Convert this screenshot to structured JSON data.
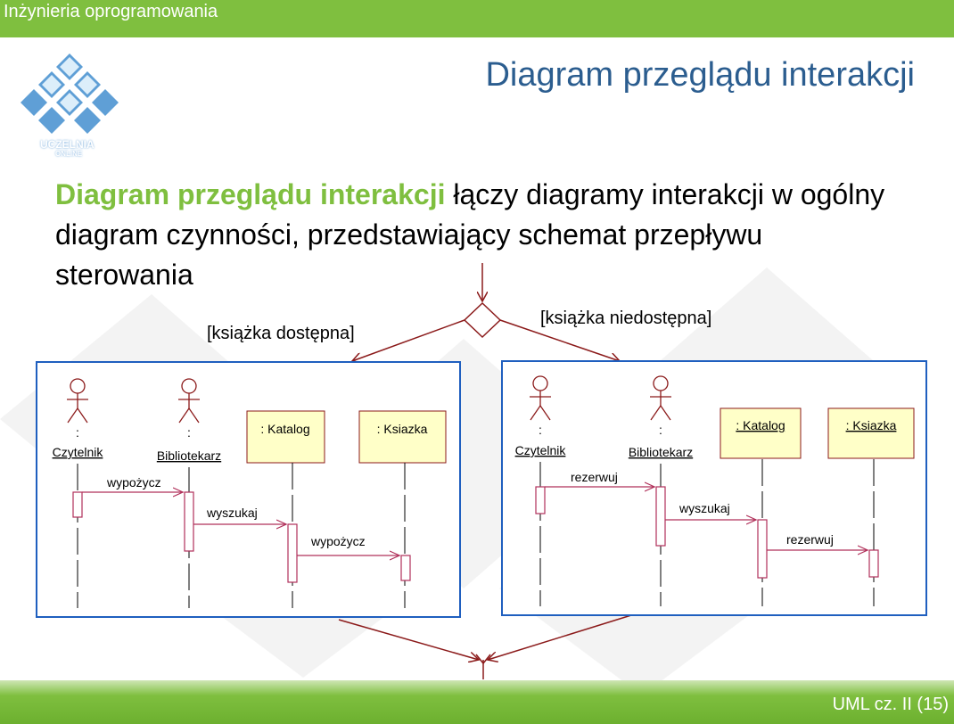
{
  "header": {
    "course": "Inżynieria oprogramowania",
    "title": "Diagram przeglądu interakcji",
    "logo_text": "UCZELNIA",
    "logo_sub": "ONLINE"
  },
  "intro": {
    "keyword": "Diagram przeglądu interakcji",
    "rest": " łączy diagramy interakcji w ogólny diagram czynności, przedstawiający schemat przepływu sterowania"
  },
  "guards": {
    "left": "[książka dostępna]",
    "right": "[książka niedostępna]"
  },
  "left_diagram": {
    "actor1": "Czytelnik",
    "actor2": "Bibliotekarz",
    "object1": ": Katalog",
    "object2": ": Ksiazka",
    "actor_prefix": ":",
    "msg1": "wypożycz",
    "msg2": "wyszukaj",
    "msg3": "wypożycz"
  },
  "right_diagram": {
    "actor1": "Czytelnik",
    "actor2": "Bibliotekarz",
    "object1": ": Katalog",
    "object2": ": Ksiazka",
    "actor_prefix": ":",
    "msg1": "rezerwuj",
    "msg2": "wyszukaj",
    "msg3": "rezerwuj"
  },
  "footer": {
    "text": "UML cz. II  (15)"
  },
  "colors": {
    "accent_green": "#7fbf3f",
    "title_blue": "#2b5d8f",
    "frame_blue": "#1f5fbf",
    "flow_red": "#8b1a1a",
    "object_fill": "#ffffc8"
  }
}
